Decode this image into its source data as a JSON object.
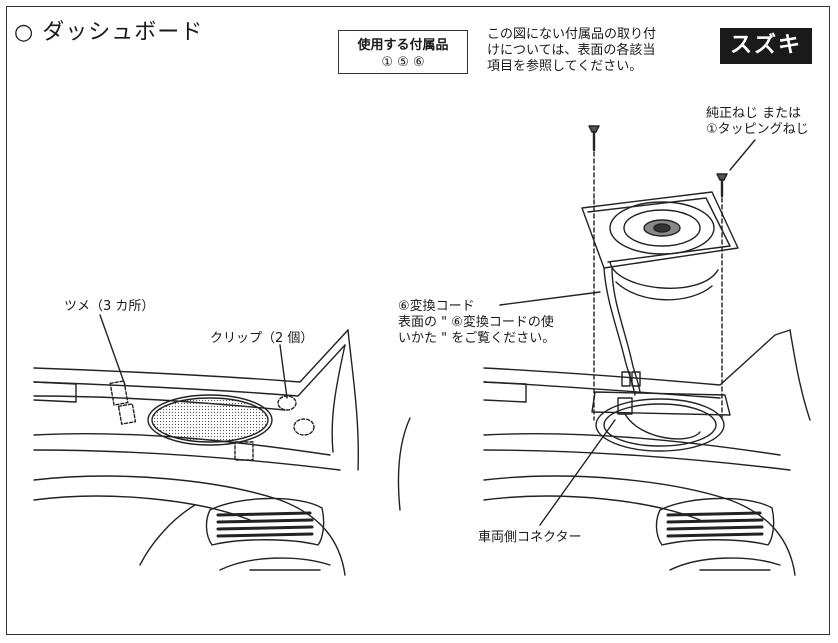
{
  "title": "○ ダッシュボード",
  "accessories": {
    "label": "使用する付属品",
    "items": "① ⑤ ⑥"
  },
  "note": [
    "この図にない付属品の取り付",
    "けについては、表面の各該当",
    "項目を参照してください。"
  ],
  "brand": "スズキ",
  "labels": {
    "tabs": "ツメ（3 カ所）",
    "clips": "クリップ（2 個）",
    "screw_1": "純正ねじ または",
    "screw_2": "①タッピングねじ",
    "cord_1": "⑥変換コード",
    "cord_2": "表面の \" ⑥変換コードの使",
    "cord_3": "いかた \" をご覧ください。",
    "connector": "車両側コネクター"
  }
}
